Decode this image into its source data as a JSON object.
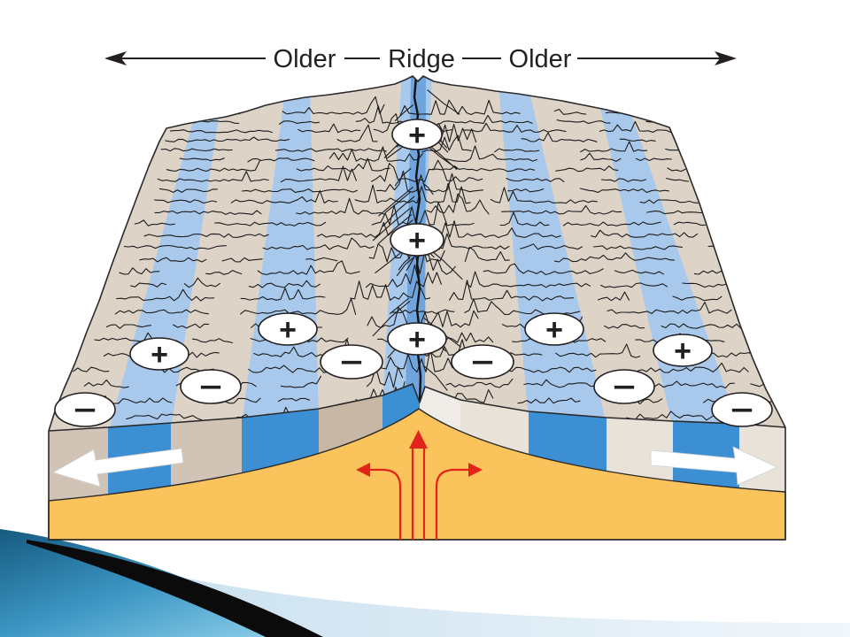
{
  "slide": {
    "diagram": {
      "header_labels": {
        "left": "Older",
        "center": "Ridge",
        "right": "Older"
      },
      "polarity_markers": [
        "+",
        "+",
        "+",
        "+",
        "+",
        "+",
        "+",
        "−",
        "−",
        "−",
        "−",
        "−",
        "−"
      ]
    }
  },
  "colors": {
    "surface_tan": "#ddd3c7",
    "surface_blue": "#a9c9ec",
    "ridge_blue": "#6fa4dd",
    "front_tan": "#d1c4b6",
    "front_tan_dark": "#c8b7a5",
    "front_light": "#e9e2d9",
    "front_white": "#efebe7",
    "front_blue": "#3d8fd3",
    "base_orange": "#fbc35b",
    "arrow_red": "#e3241b",
    "arrow_white": "#ffffff"
  }
}
